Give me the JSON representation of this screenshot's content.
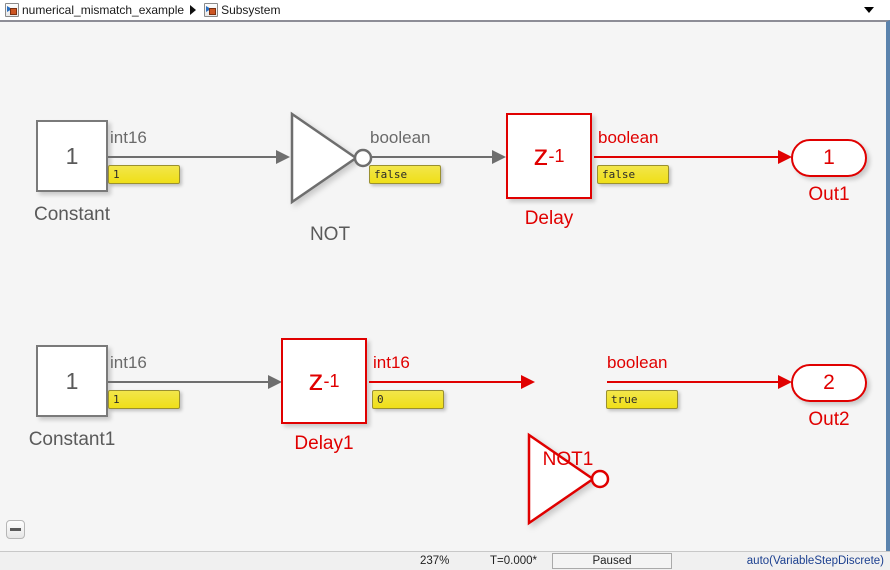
{
  "breadcrumb": {
    "root_label": "numerical_mismatch_example",
    "root_icon": "simulink-model-icon",
    "separator_icon": "chevron-right-icon",
    "child_label": "Subsystem",
    "child_icon": "subsystem-icon",
    "dropdown_icon": "chevron-down-icon"
  },
  "status": {
    "zoom": "237%",
    "time": "T=0.000*",
    "sim_state": "Paused",
    "solver": "auto(VariableStepDiscrete)"
  },
  "canvas": {
    "collapse_icon": "collapse-minus-icon",
    "colors": {
      "highlight_red": "#e00000",
      "normal_gray": "#6e6e6e",
      "badge_yellow": "#efdf18",
      "canvas_bg": "#f5f5f5",
      "solver_link": "#1b3f8f"
    }
  },
  "diagram": {
    "blocks": [
      {
        "id": "constant",
        "name": "Constant",
        "value": "1",
        "highlighted": false,
        "out_signal_type": "int16",
        "out_signal_value": "1"
      },
      {
        "id": "not",
        "name": "NOT",
        "highlighted": false,
        "out_signal_type": "boolean",
        "out_signal_value": "false"
      },
      {
        "id": "delay",
        "name": "Delay",
        "symbol": "z",
        "exponent": "-1",
        "highlighted": true,
        "out_signal_type": "boolean",
        "out_signal_value": "false"
      },
      {
        "id": "out1",
        "name": "Out1",
        "port_number": "1",
        "highlighted": true
      },
      {
        "id": "constant1",
        "name": "Constant1",
        "value": "1",
        "highlighted": false,
        "out_signal_type": "int16",
        "out_signal_value": "1"
      },
      {
        "id": "delay1",
        "name": "Delay1",
        "symbol": "z",
        "exponent": "-1",
        "highlighted": true,
        "out_signal_type": "int16",
        "out_signal_value": "0"
      },
      {
        "id": "not1",
        "name": "NOT1",
        "highlighted": true,
        "out_signal_type": "boolean",
        "out_signal_value": "true"
      },
      {
        "id": "out2",
        "name": "Out2",
        "port_number": "2",
        "highlighted": true
      }
    ]
  }
}
